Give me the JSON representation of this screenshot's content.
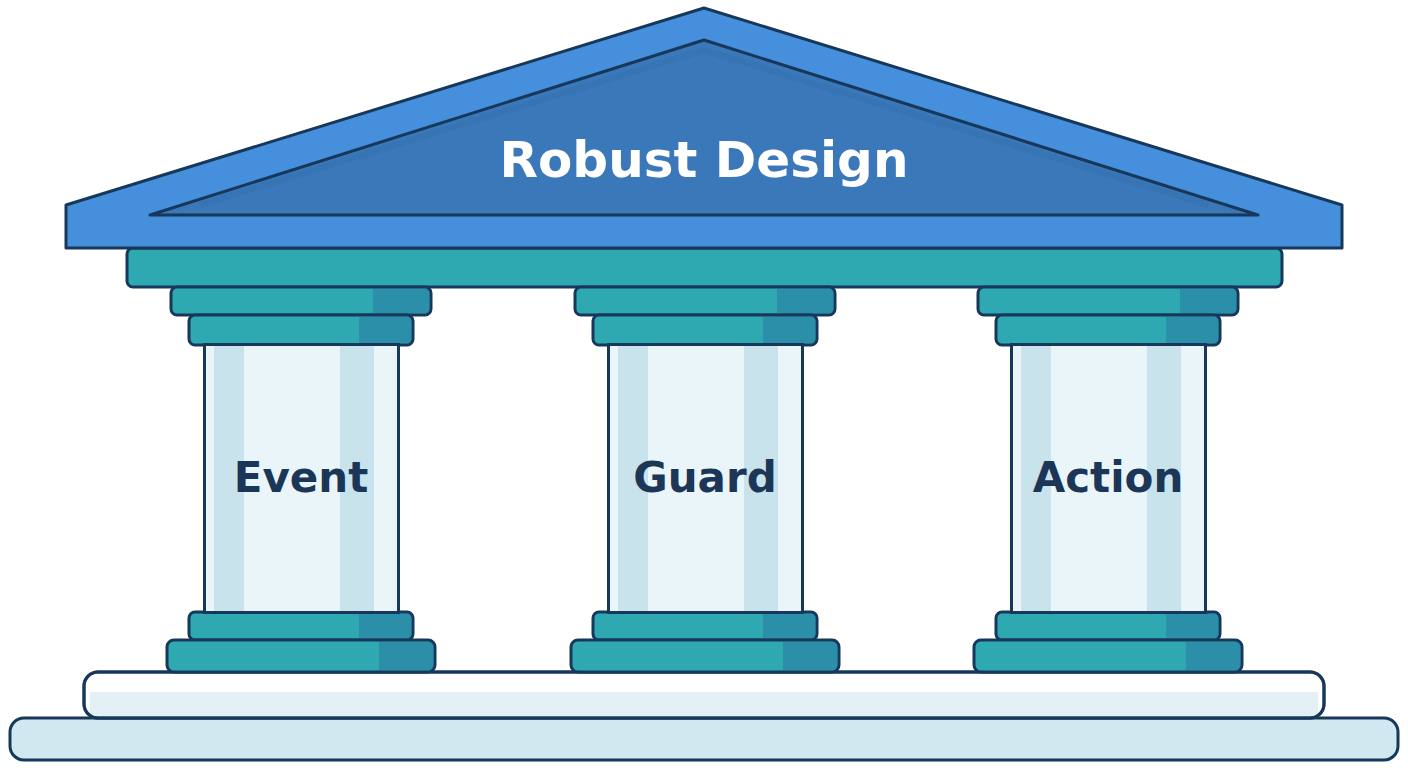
{
  "diagram": {
    "nodes": [
      {
        "text": [
          "Robust Design"
        ]
      },
      {
        "text": [
          "Event"
        ]
      },
      {
        "text": [
          "Guard"
        ]
      },
      {
        "text": [
          "Action"
        ]
      }
    ]
  }
}
